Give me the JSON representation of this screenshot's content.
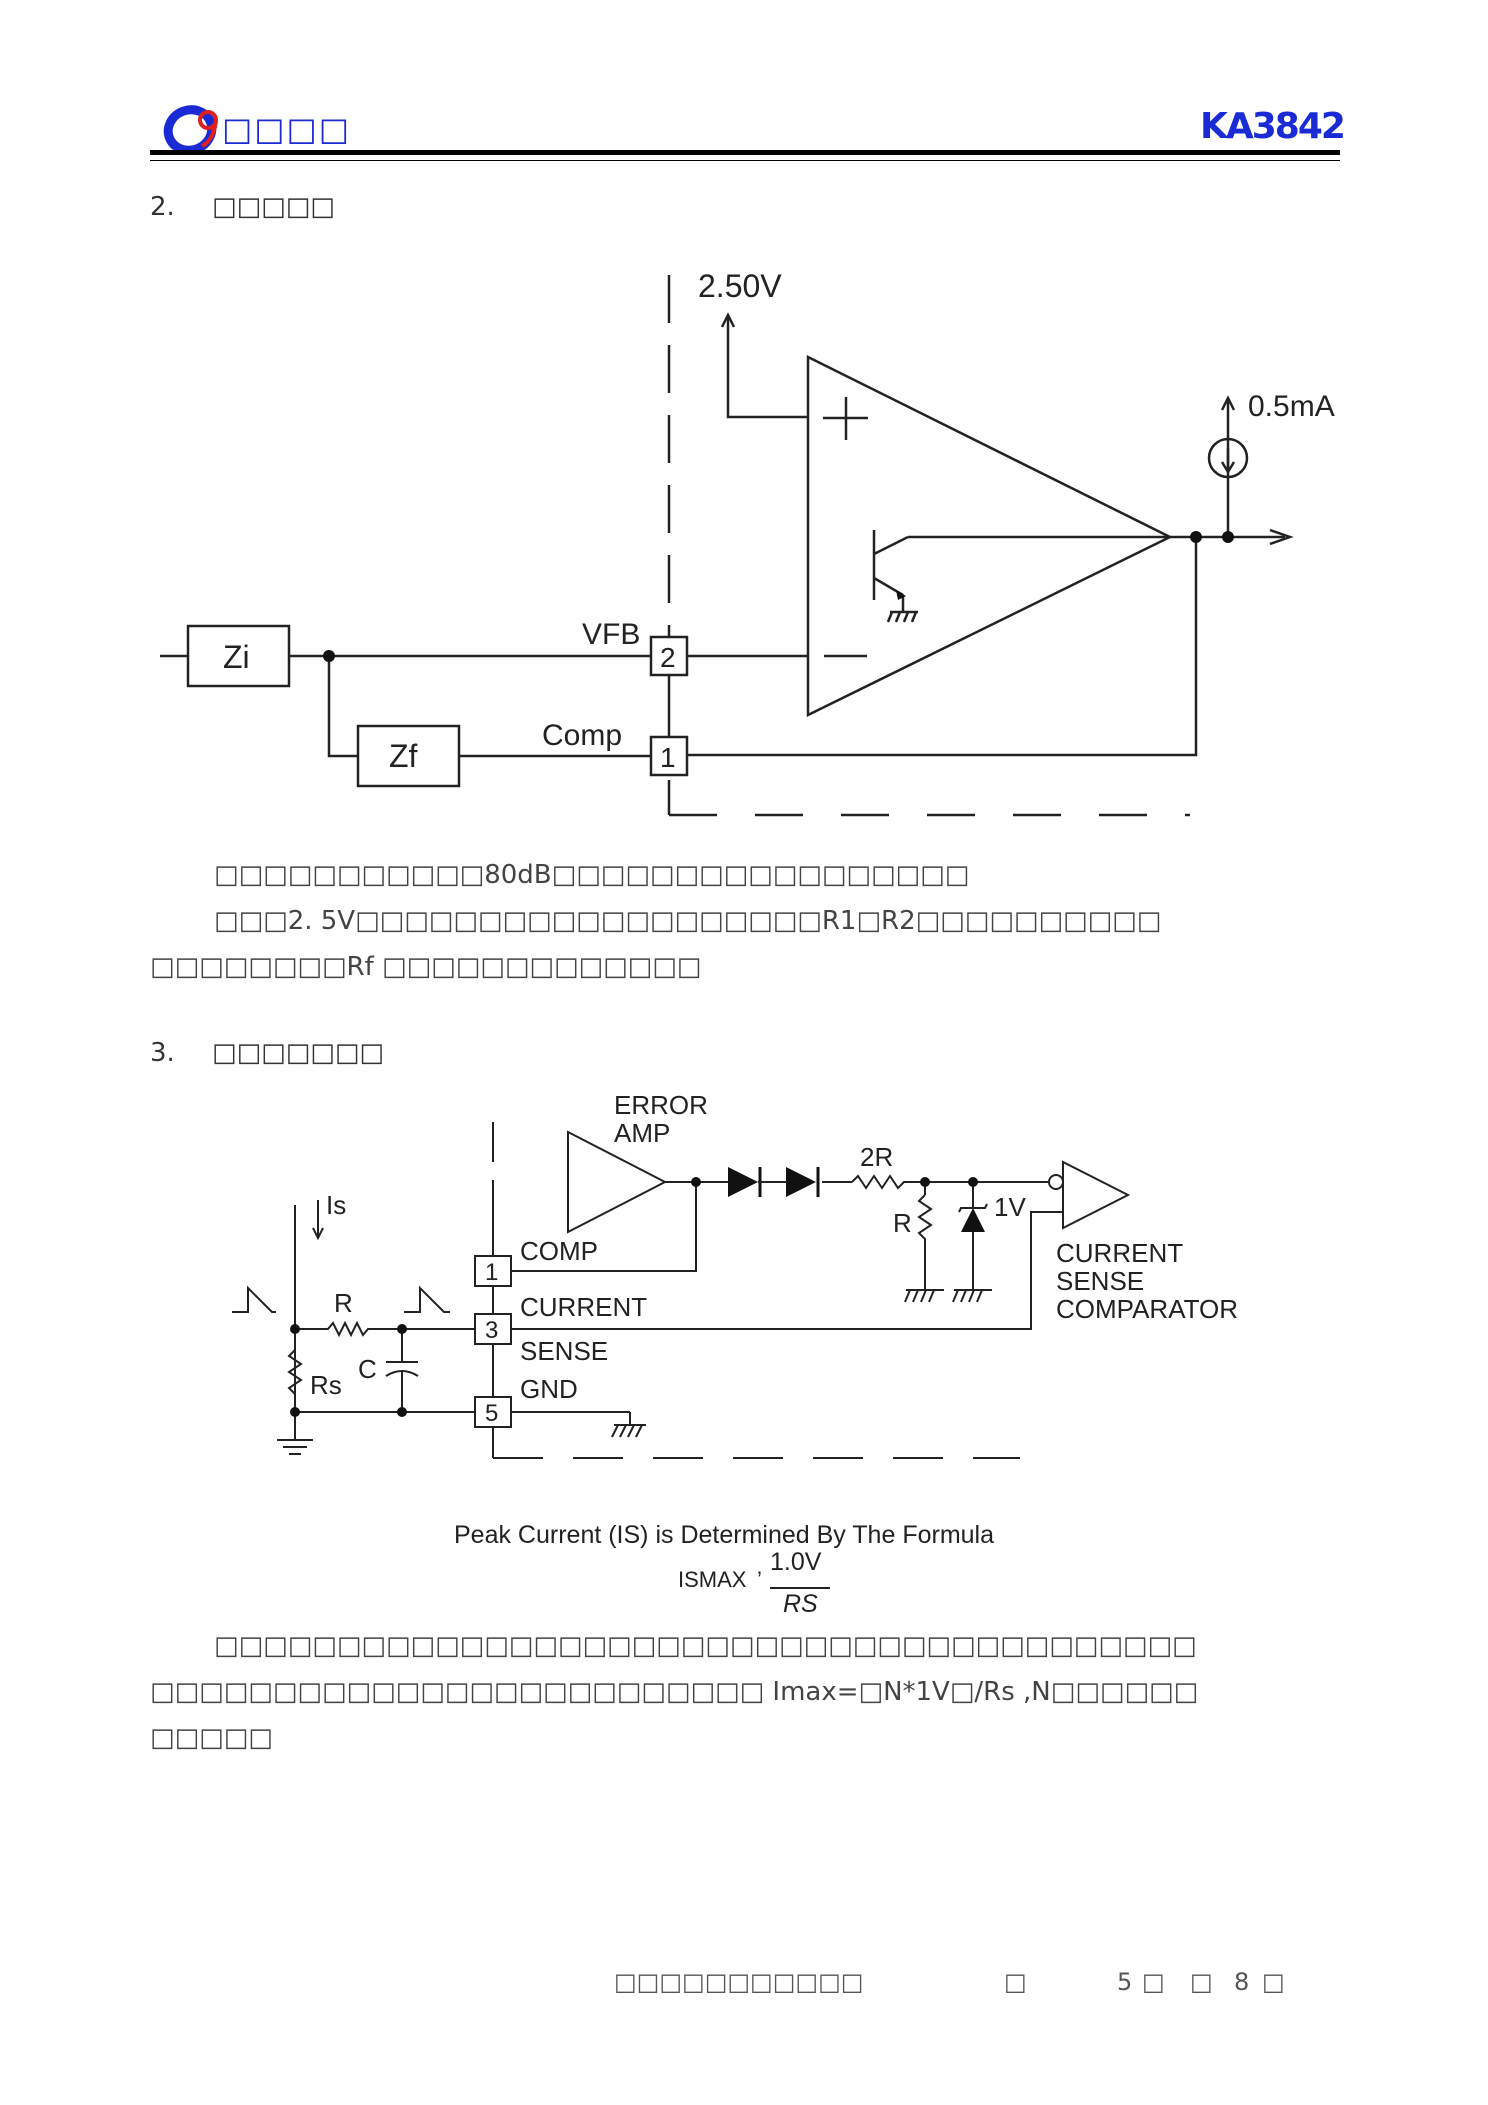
{
  "header": {
    "company": "□□□□",
    "part_number": "KA3842",
    "brand_color": "#1a2bd6"
  },
  "section2": {
    "number": "2.",
    "title": "□□□□□",
    "diagram": {
      "ref_voltage": "2.50V",
      "plus_sign": "+",
      "current_label": "0.5mA",
      "zi": "Zi",
      "zf": "Zf",
      "vfb": "VFB",
      "comp": "Comp",
      "pin2": "2",
      "pin1": "1"
    },
    "paragraphs": [
      "□□□□□□□□□□□80dB□□□□□□□□□□□□□□□□□",
      "□□□2. 5V□□□□□□□□□□□□□□□□□□□R1□R2□□□□□□□□□□",
      "□□□□□□□□Rf □□□□□□□□□□□□□"
    ]
  },
  "section3": {
    "number": "3.",
    "title": "□□□□□□□",
    "diagram": {
      "error_amp_1": "ERROR",
      "error_amp_2": "AMP",
      "r2": "2R",
      "r": "R",
      "v1": "1V",
      "is": "Is",
      "r_in": "R",
      "c": "C",
      "rs": "Rs",
      "pin1": "1",
      "pin3": "3",
      "pin5": "5",
      "comp": "COMP",
      "current": "CURRENT",
      "sense": "SENSE",
      "gnd": "GND",
      "csc_1": "CURRENT",
      "csc_2": "SENSE",
      "csc_3": "COMPARATOR",
      "formula_line": "Peak Current (IS) is Determined By The Formula",
      "formula_lhs": "ISMAX",
      "formula_sym": "’",
      "formula_num": "1.0V",
      "formula_den": "RS"
    },
    "paragraphs": [
      "□□□□□□□□□□□□□□□□□□□□□□□□□□□□□□□□□□□□□□□□",
      "□□□□□□□□□□□□□□□□□□□□□□□□□ Imax=□N*1V□/Rs ,N□□□□□□",
      "□□□□□"
    ]
  },
  "footer": {
    "company_line": "□□□□□□□□□□□",
    "page_char_1": "□",
    "page_num": "5",
    "page_char_2": "□",
    "page_char_3": "□",
    "total_pages": "8",
    "page_char_4": "□"
  }
}
